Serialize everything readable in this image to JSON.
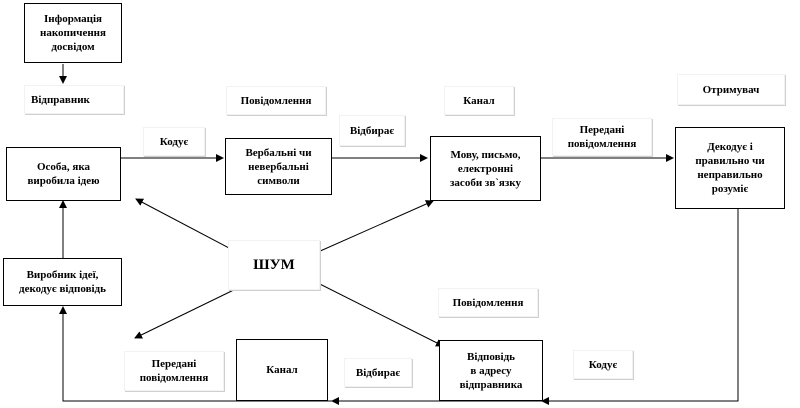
{
  "diagram": {
    "info_box": "Інформація\nнакопичення\nдосвідом",
    "sender_label": "Відправник",
    "message_label": "Повідомлення",
    "channel_label": "Канал",
    "receiver_label": "Отримувач",
    "person_box": "Особа, яка\nвиробила ідею",
    "encodes_top": "Кодує",
    "symbols_box": "Вербальні чи\nневербальні\nсимволи",
    "selects_top": "Відбирає",
    "media_box": "Мову, письмо,\nелектронні\nзасоби зв`язку",
    "transmitted_top": "Передані\nповідомлення",
    "decodes_box": "Декодує і\nправильно чи\nнеправильно\nрозуміє",
    "producer_box": "Виробник ідеї,\nдекодує відповідь",
    "noise_label": "ШУМ",
    "message_bottom": "Повідомлення",
    "transmitted_bottom": "Передані\nповідомлення",
    "channel_bottom": "Канал",
    "selects_bottom": "Відбирає",
    "reply_box": "Відповідь\nв адресу\nвідправника",
    "encodes_bottom": "Кодує"
  }
}
